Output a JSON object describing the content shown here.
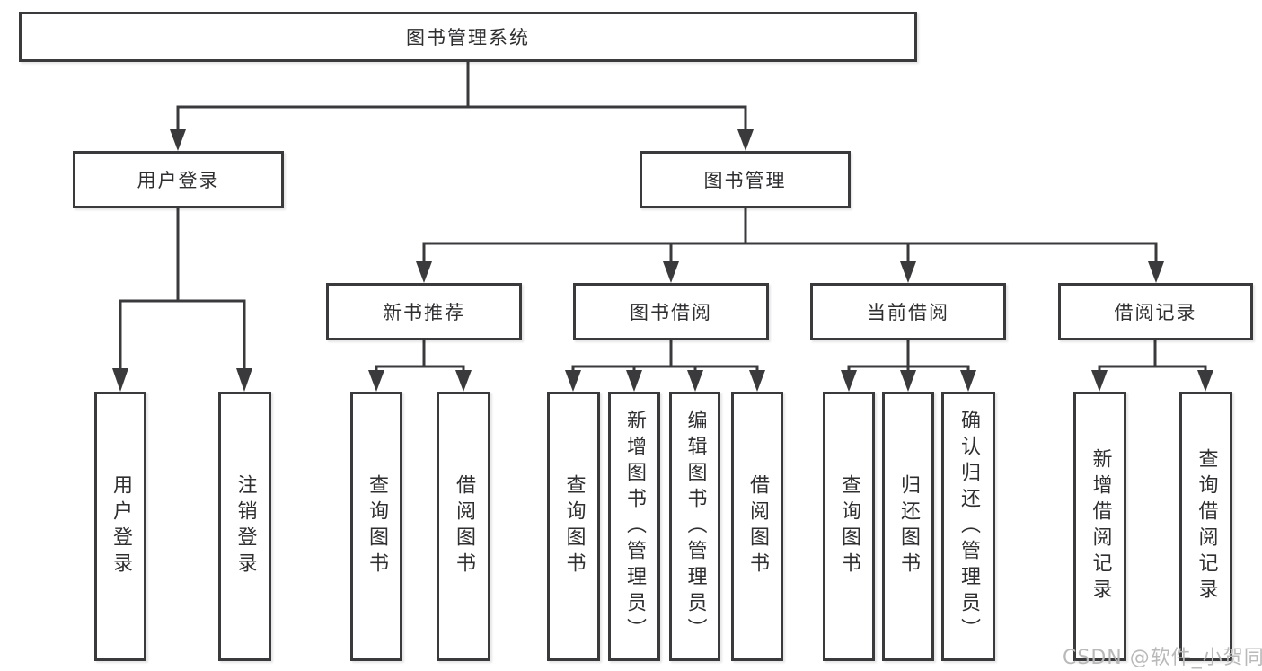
{
  "tree": {
    "root": {
      "label": "图书管理系统"
    },
    "branches": [
      {
        "label": "用户登录",
        "children": [
          {
            "label": "用户登录"
          },
          {
            "label": "注销登录"
          }
        ]
      },
      {
        "label": "图书管理",
        "children": [
          {
            "label": "新书推荐",
            "children": [
              {
                "label": "查询图书"
              },
              {
                "label": "借阅图书"
              }
            ]
          },
          {
            "label": "图书借阅",
            "children": [
              {
                "label": "查询图书"
              },
              {
                "label": "新增图书（管理员）"
              },
              {
                "label": "编辑图书（管理员）"
              },
              {
                "label": "借阅图书"
              }
            ]
          },
          {
            "label": "当前借阅",
            "children": [
              {
                "label": "查询图书"
              },
              {
                "label": "归还图书"
              },
              {
                "label": "确认归还（管理员）"
              }
            ]
          },
          {
            "label": "借阅记录",
            "children": [
              {
                "label": "新增借阅记录"
              },
              {
                "label": "查询借阅记录"
              }
            ]
          }
        ]
      }
    ]
  },
  "watermark": "CSDN @软件_小贺同学",
  "colors": {
    "line": "#3a3a3c",
    "text": "#2f2f31",
    "watermark": "#b9b9b9",
    "background": "#ffffff"
  }
}
